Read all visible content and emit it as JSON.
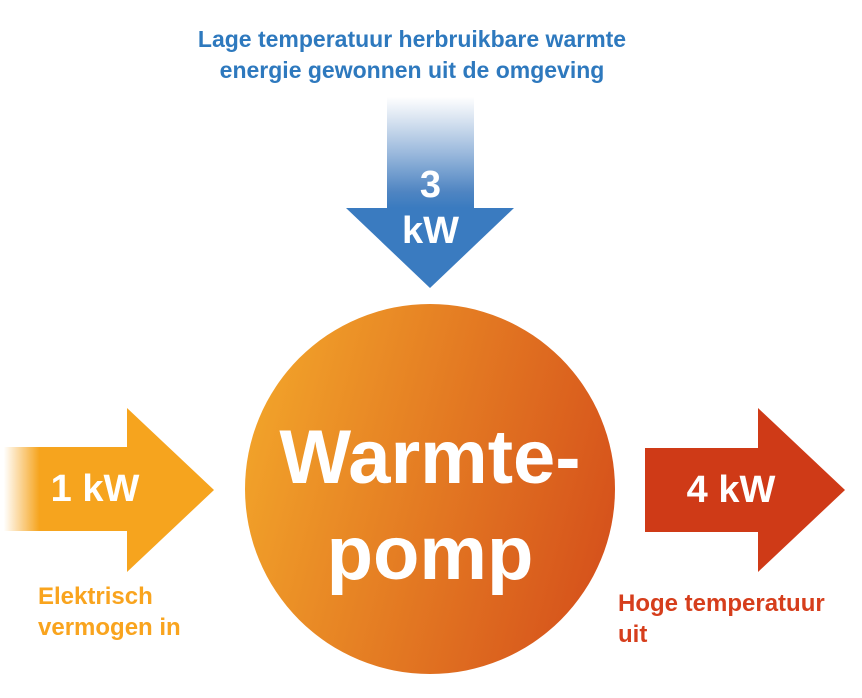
{
  "diagram": {
    "background_color": "#ffffff",
    "top_caption": {
      "color": "#2E79BE",
      "line1": "Lage temperatuur herbruikbare warmte",
      "line2": "energie gewonnen uit de omgeving"
    },
    "ambient_heat_arrow": {
      "direction": "down",
      "value_label": "3 kW",
      "color": "#3A7BC0",
      "gradient_from": "#ffffff",
      "gradient_to": "#3A7BC0"
    },
    "electric_input_arrow": {
      "direction": "right",
      "value_label": "1 kW",
      "color": "#F6A41E",
      "gradient_from": "#ffffff",
      "gradient_to": "#F6A41E"
    },
    "heat_output_arrow": {
      "direction": "right",
      "value_label": "4 kW",
      "color": "#CF3A17"
    },
    "pump_circle": {
      "line1": "Warmte-",
      "line2": "pomp",
      "text_color": "#ffffff",
      "gradient_from": "#F2A42A",
      "gradient_to": "#D5501B"
    },
    "left_caption": {
      "color": "#F9A41E",
      "line1": "Elektrisch",
      "line2": "vermogen in"
    },
    "right_caption": {
      "color": "#D63E1C",
      "line1": "Hoge temperatuur",
      "line2": "uit"
    }
  }
}
